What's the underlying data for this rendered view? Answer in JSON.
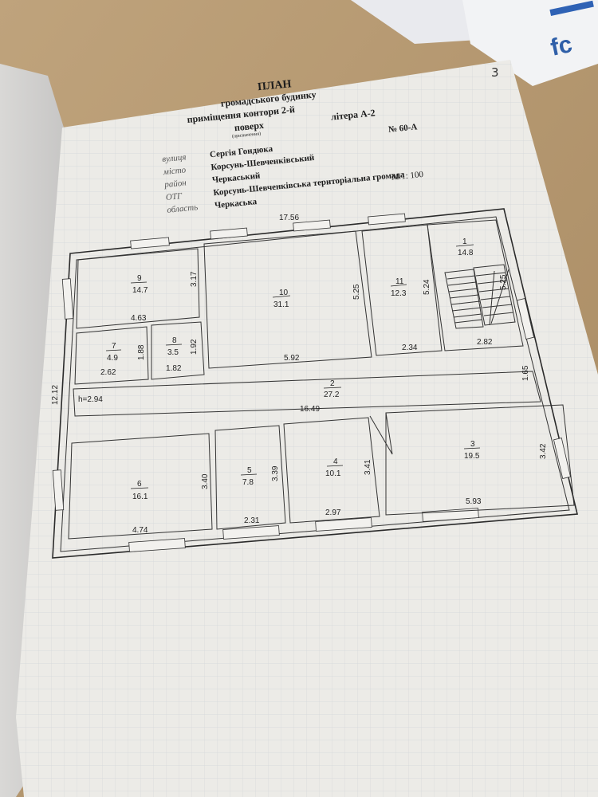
{
  "page_number": "3",
  "header": {
    "title": "ПЛАН",
    "line2": "громадського будинку",
    "line3": "приміщення контори 2-й",
    "line4": "поверх",
    "line4_sub": "(призначення)",
    "litera": "літера  А-2",
    "number": "№ 60-А"
  },
  "address": [
    {
      "label": "вулиця",
      "value": "Сергія Гондюка"
    },
    {
      "label": "місто",
      "value": "Корсунь-Шевченківський"
    },
    {
      "label": "район",
      "value": "Черкаський"
    },
    {
      "label": "ОТГ",
      "value": "Корсунь-Шевченківська територіальна громада"
    },
    {
      "label": "область",
      "value": "Черкаська"
    }
  ],
  "scale": "М 1: 100",
  "plan": {
    "overall_length": "17.56",
    "overall_height": "12.12",
    "ceiling_height": "h=2.94",
    "corridor_length": "16.49",
    "rooms": [
      {
        "id": "9",
        "area": "14.7",
        "w": "4.63",
        "h": "3.17"
      },
      {
        "id": "10",
        "area": "31.1",
        "w": "5.92",
        "h": "5.25"
      },
      {
        "id": "11",
        "area": "12.3",
        "w": "2.34",
        "h": "5.24"
      },
      {
        "id": "1",
        "area": "14.8",
        "w": "2.82",
        "h": "5.25"
      },
      {
        "id": "7",
        "area": "4.9",
        "w": "2.62",
        "h": "1.88"
      },
      {
        "id": "8",
        "area": "3.5",
        "w": "1.82",
        "h": "1.92"
      },
      {
        "id": "2",
        "area": "27.2",
        "w": "",
        "h": "1.65"
      },
      {
        "id": "6",
        "area": "16.1",
        "w": "4.74",
        "h": "3.40"
      },
      {
        "id": "5",
        "area": "7.8",
        "w": "2.31",
        "h": "3.39"
      },
      {
        "id": "4",
        "area": "10.1",
        "w": "2.97",
        "h": "3.41"
      },
      {
        "id": "3",
        "area": "19.5",
        "w": "5.93",
        "h": "3.42"
      }
    ]
  },
  "colors": {
    "desk": "#b79a72",
    "paper": "#ecebe7",
    "grid": "#d3d6d9",
    "ink": "#222222"
  }
}
